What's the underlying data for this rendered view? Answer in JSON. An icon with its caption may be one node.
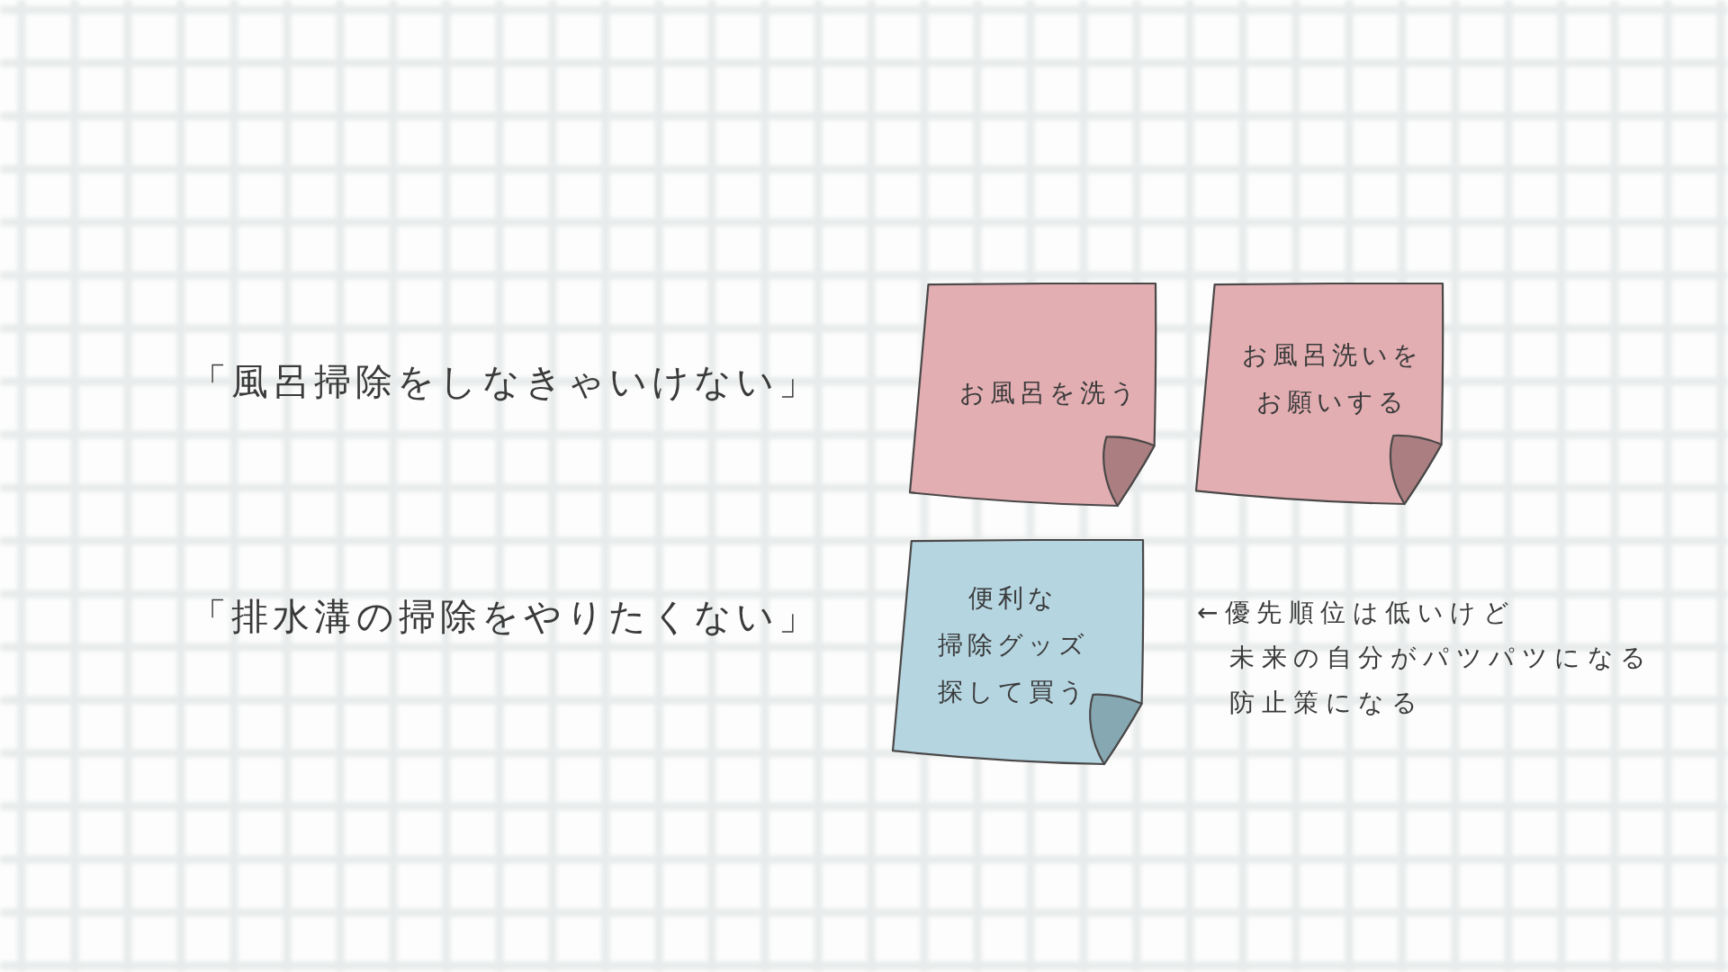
{
  "diagram": {
    "nodes": [
      {
        "text": [
          "お風呂を洗う"
        ]
      },
      {
        "text": [
          "お風呂洗いをお願いする"
        ]
      },
      {
        "text": [
          "便利な掃除グッズ探して買う"
        ],
        "beside": [
          "←優先順位は低いけど未来の自分がパツパツになる防止策になる"
        ]
      }
    ],
    "labels": [
      "「風呂掃除をしなきゃいけない」",
      "「排水溝の掃除をやりたくない」"
    ]
  }
}
